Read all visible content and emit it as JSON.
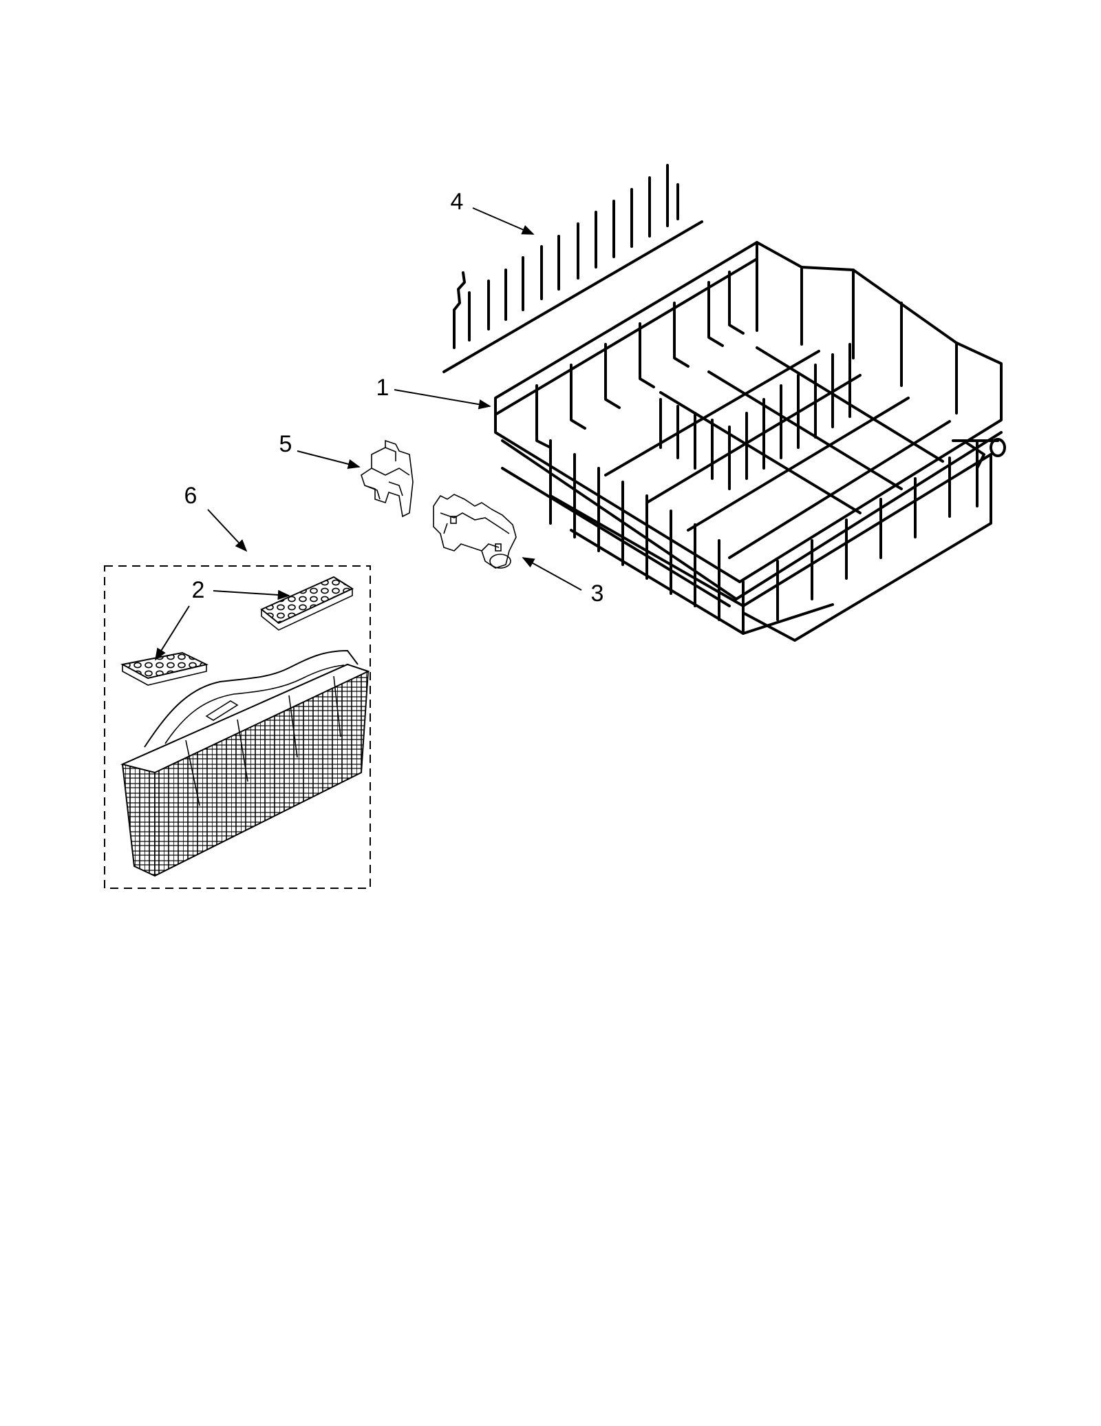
{
  "callouts": {
    "c1": "1",
    "c2": "2",
    "c3": "3",
    "c4": "4",
    "c5": "5",
    "c6": "6"
  },
  "parts": [
    {
      "callout": "1",
      "name": "lower-dishrack"
    },
    {
      "callout": "2",
      "name": "basket-lids"
    },
    {
      "callout": "3",
      "name": "rack-wheel-assembly"
    },
    {
      "callout": "4",
      "name": "tine-row"
    },
    {
      "callout": "5",
      "name": "rack-clip"
    },
    {
      "callout": "6",
      "name": "silverware-basket-kit"
    }
  ]
}
